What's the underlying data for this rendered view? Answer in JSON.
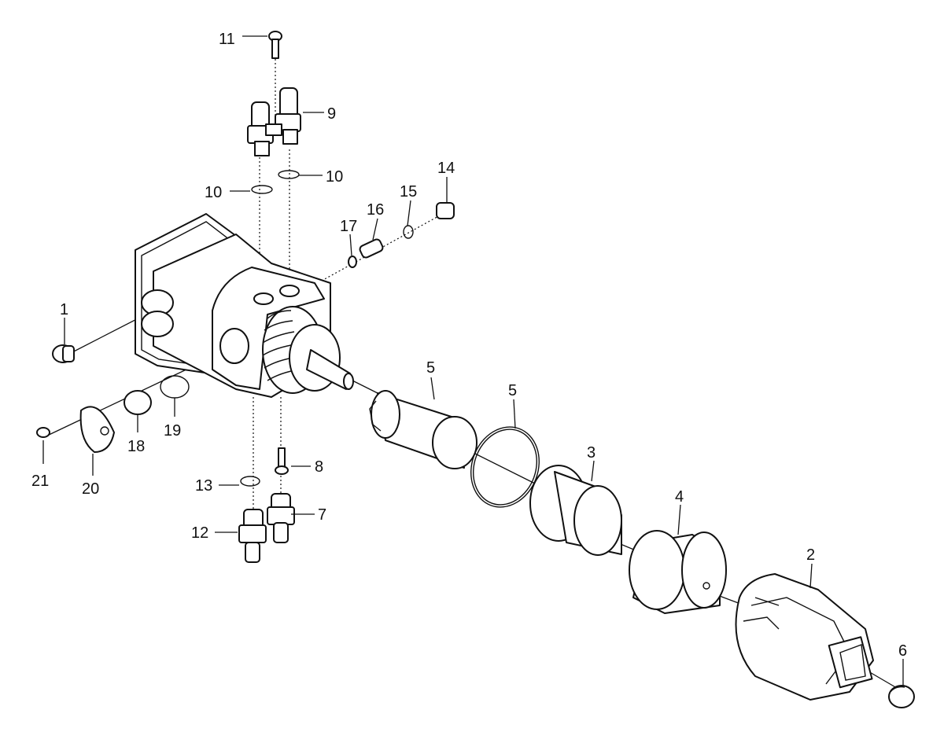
{
  "callouts": [
    {
      "id": "c1",
      "text": "1"
    },
    {
      "id": "c2",
      "text": "2"
    },
    {
      "id": "c3",
      "text": "3"
    },
    {
      "id": "c4",
      "text": "4"
    },
    {
      "id": "c5a",
      "text": "5"
    },
    {
      "id": "c5b",
      "text": "5"
    },
    {
      "id": "c6",
      "text": "6"
    },
    {
      "id": "c7",
      "text": "7"
    },
    {
      "id": "c8",
      "text": "8"
    },
    {
      "id": "c9",
      "text": "9"
    },
    {
      "id": "c10a",
      "text": "10"
    },
    {
      "id": "c10b",
      "text": "10"
    },
    {
      "id": "c11",
      "text": "11"
    },
    {
      "id": "c12",
      "text": "12"
    },
    {
      "id": "c13",
      "text": "13"
    },
    {
      "id": "c14",
      "text": "14"
    },
    {
      "id": "c15",
      "text": "15"
    },
    {
      "id": "c16",
      "text": "16"
    },
    {
      "id": "c17",
      "text": "17"
    },
    {
      "id": "c18",
      "text": "18"
    },
    {
      "id": "c19",
      "text": "19"
    },
    {
      "id": "c20",
      "text": "20"
    },
    {
      "id": "c21",
      "text": "21"
    }
  ]
}
